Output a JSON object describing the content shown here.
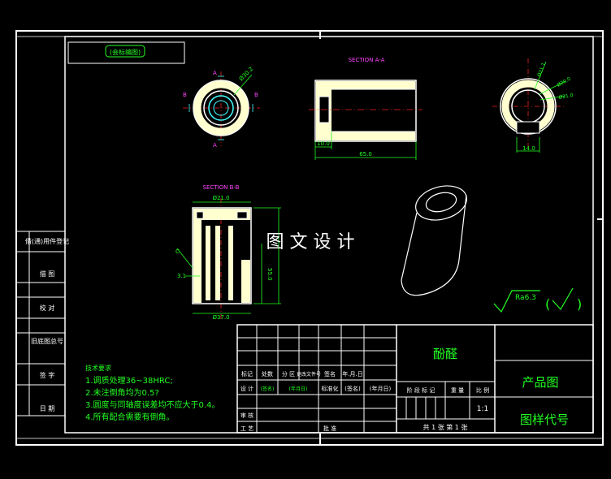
{
  "drawing": {
    "top_tag": "(会标编图)",
    "watermark": "图 文 设 计",
    "section_aa_label": "SECTION A-A",
    "section_bb_label": "SECTION B-B",
    "roughness": {
      "value": "Ra6.3",
      "paren_open": "(",
      "paren_close": ")"
    },
    "left_strip": [
      "借(通)用件登记",
      "描  图",
      "校  对",
      "旧底图总号",
      "签  字",
      "日  期"
    ],
    "tech_req": {
      "title": "技术要求",
      "lines": [
        "1.调质处理36~38HRC;",
        "2.未注倒角均为0.5?",
        "3.圆度与同轴度误差均不应大于0.4。",
        "4.所有配合需要有倒角。"
      ]
    },
    "dims": {
      "top_left": "Ø30.2",
      "aa_left": "10.0",
      "aa_width": "65.0",
      "right_top": "Ø21.1",
      "right_r1": "Ø20.0",
      "right_r2": "Ø21.0",
      "right_bottom": "14.0",
      "bb_top": "Ø21.0",
      "bb_bottom": "Ø37.0",
      "bb_height": "55.0",
      "bb_left": "3.1",
      "bb_c": "C"
    },
    "marks": {
      "a": "A",
      "b": "B"
    }
  },
  "title_block": {
    "material": "酚醛",
    "product": "产品图",
    "code": "图样代号",
    "row_labels": [
      "标记",
      "处数",
      "分 区",
      "更改文件号",
      "签名",
      "年.月.日"
    ],
    "design_row": [
      "设 计",
      "(签名)",
      "(年月日)",
      "标准化",
      "(签名)",
      "(年月日)"
    ],
    "review": "审 核",
    "craft": "工 艺",
    "approve": "批 准",
    "stage_headers": [
      "阶 段 标 记",
      "重 量",
      "比 例"
    ],
    "scale": "1:1",
    "sheets": "共 1 张    第 1 张"
  }
}
